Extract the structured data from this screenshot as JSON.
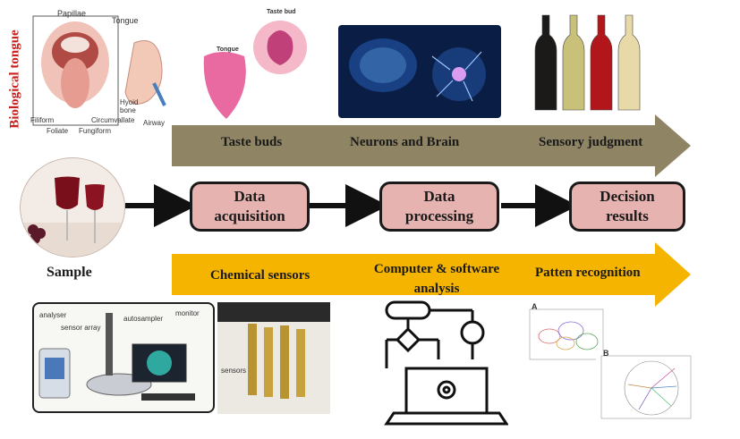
{
  "bio_tongue": {
    "side_label": "Biological tongue",
    "labels": {
      "papillae": "Papillae",
      "tongue": "Tongue",
      "hyoid": "Hyoid bone",
      "airway": "Airway",
      "filiform": "Filiform",
      "foliate": "Foliate",
      "fungiform": "Fungiform",
      "circumvallate": "Circumvallate"
    },
    "tastebud_labels": {
      "taste_bud": "Taste bud",
      "tongue": "Tongue"
    }
  },
  "top_arrow": {
    "items": [
      "Taste buds",
      "Neurons and Brain",
      "Sensory judgment"
    ],
    "color": "#8f8565"
  },
  "middle_flow": {
    "sample_label": "Sample",
    "boxes": [
      "Data acquisition",
      "Data processing",
      "Decision results"
    ],
    "box_fill": "#e6b3b0"
  },
  "bottom_arrow": {
    "items": [
      "Chemical sensors",
      "Computer & software analysis",
      "Patten recognition"
    ],
    "color": "#f5b400"
  },
  "instrument": {
    "labels": {
      "analyser": "analyser",
      "sensor_array": "sensor array",
      "autosampler": "autosampler",
      "monitor": "monitor"
    },
    "sensors_label": "sensors"
  },
  "pca": {
    "panel_a": "A",
    "panel_b": "B"
  },
  "wine_colors": [
    "#1c1a18",
    "#c9c07a",
    "#b0161a",
    "#e8d9a8"
  ]
}
